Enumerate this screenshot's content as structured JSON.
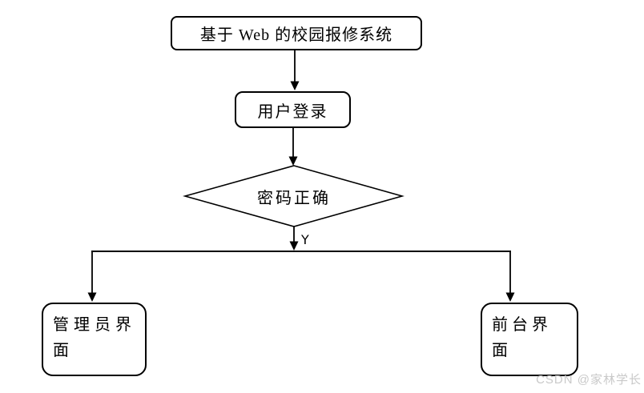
{
  "flowchart": {
    "nodes": {
      "title": {
        "label": "基于 Web 的校园报修系统"
      },
      "login": {
        "label": "用户登录"
      },
      "decision": {
        "label": "密码正确"
      },
      "admin": {
        "lines": [
          "管理员界",
          "面"
        ]
      },
      "front": {
        "label": "前台界面"
      }
    },
    "edges": {
      "yes_label": "Y"
    },
    "watermark": "CSDN @家林学长",
    "colors": {
      "line": "#000000",
      "background": "#ffffff",
      "watermark": "#c9c9c9"
    }
  }
}
